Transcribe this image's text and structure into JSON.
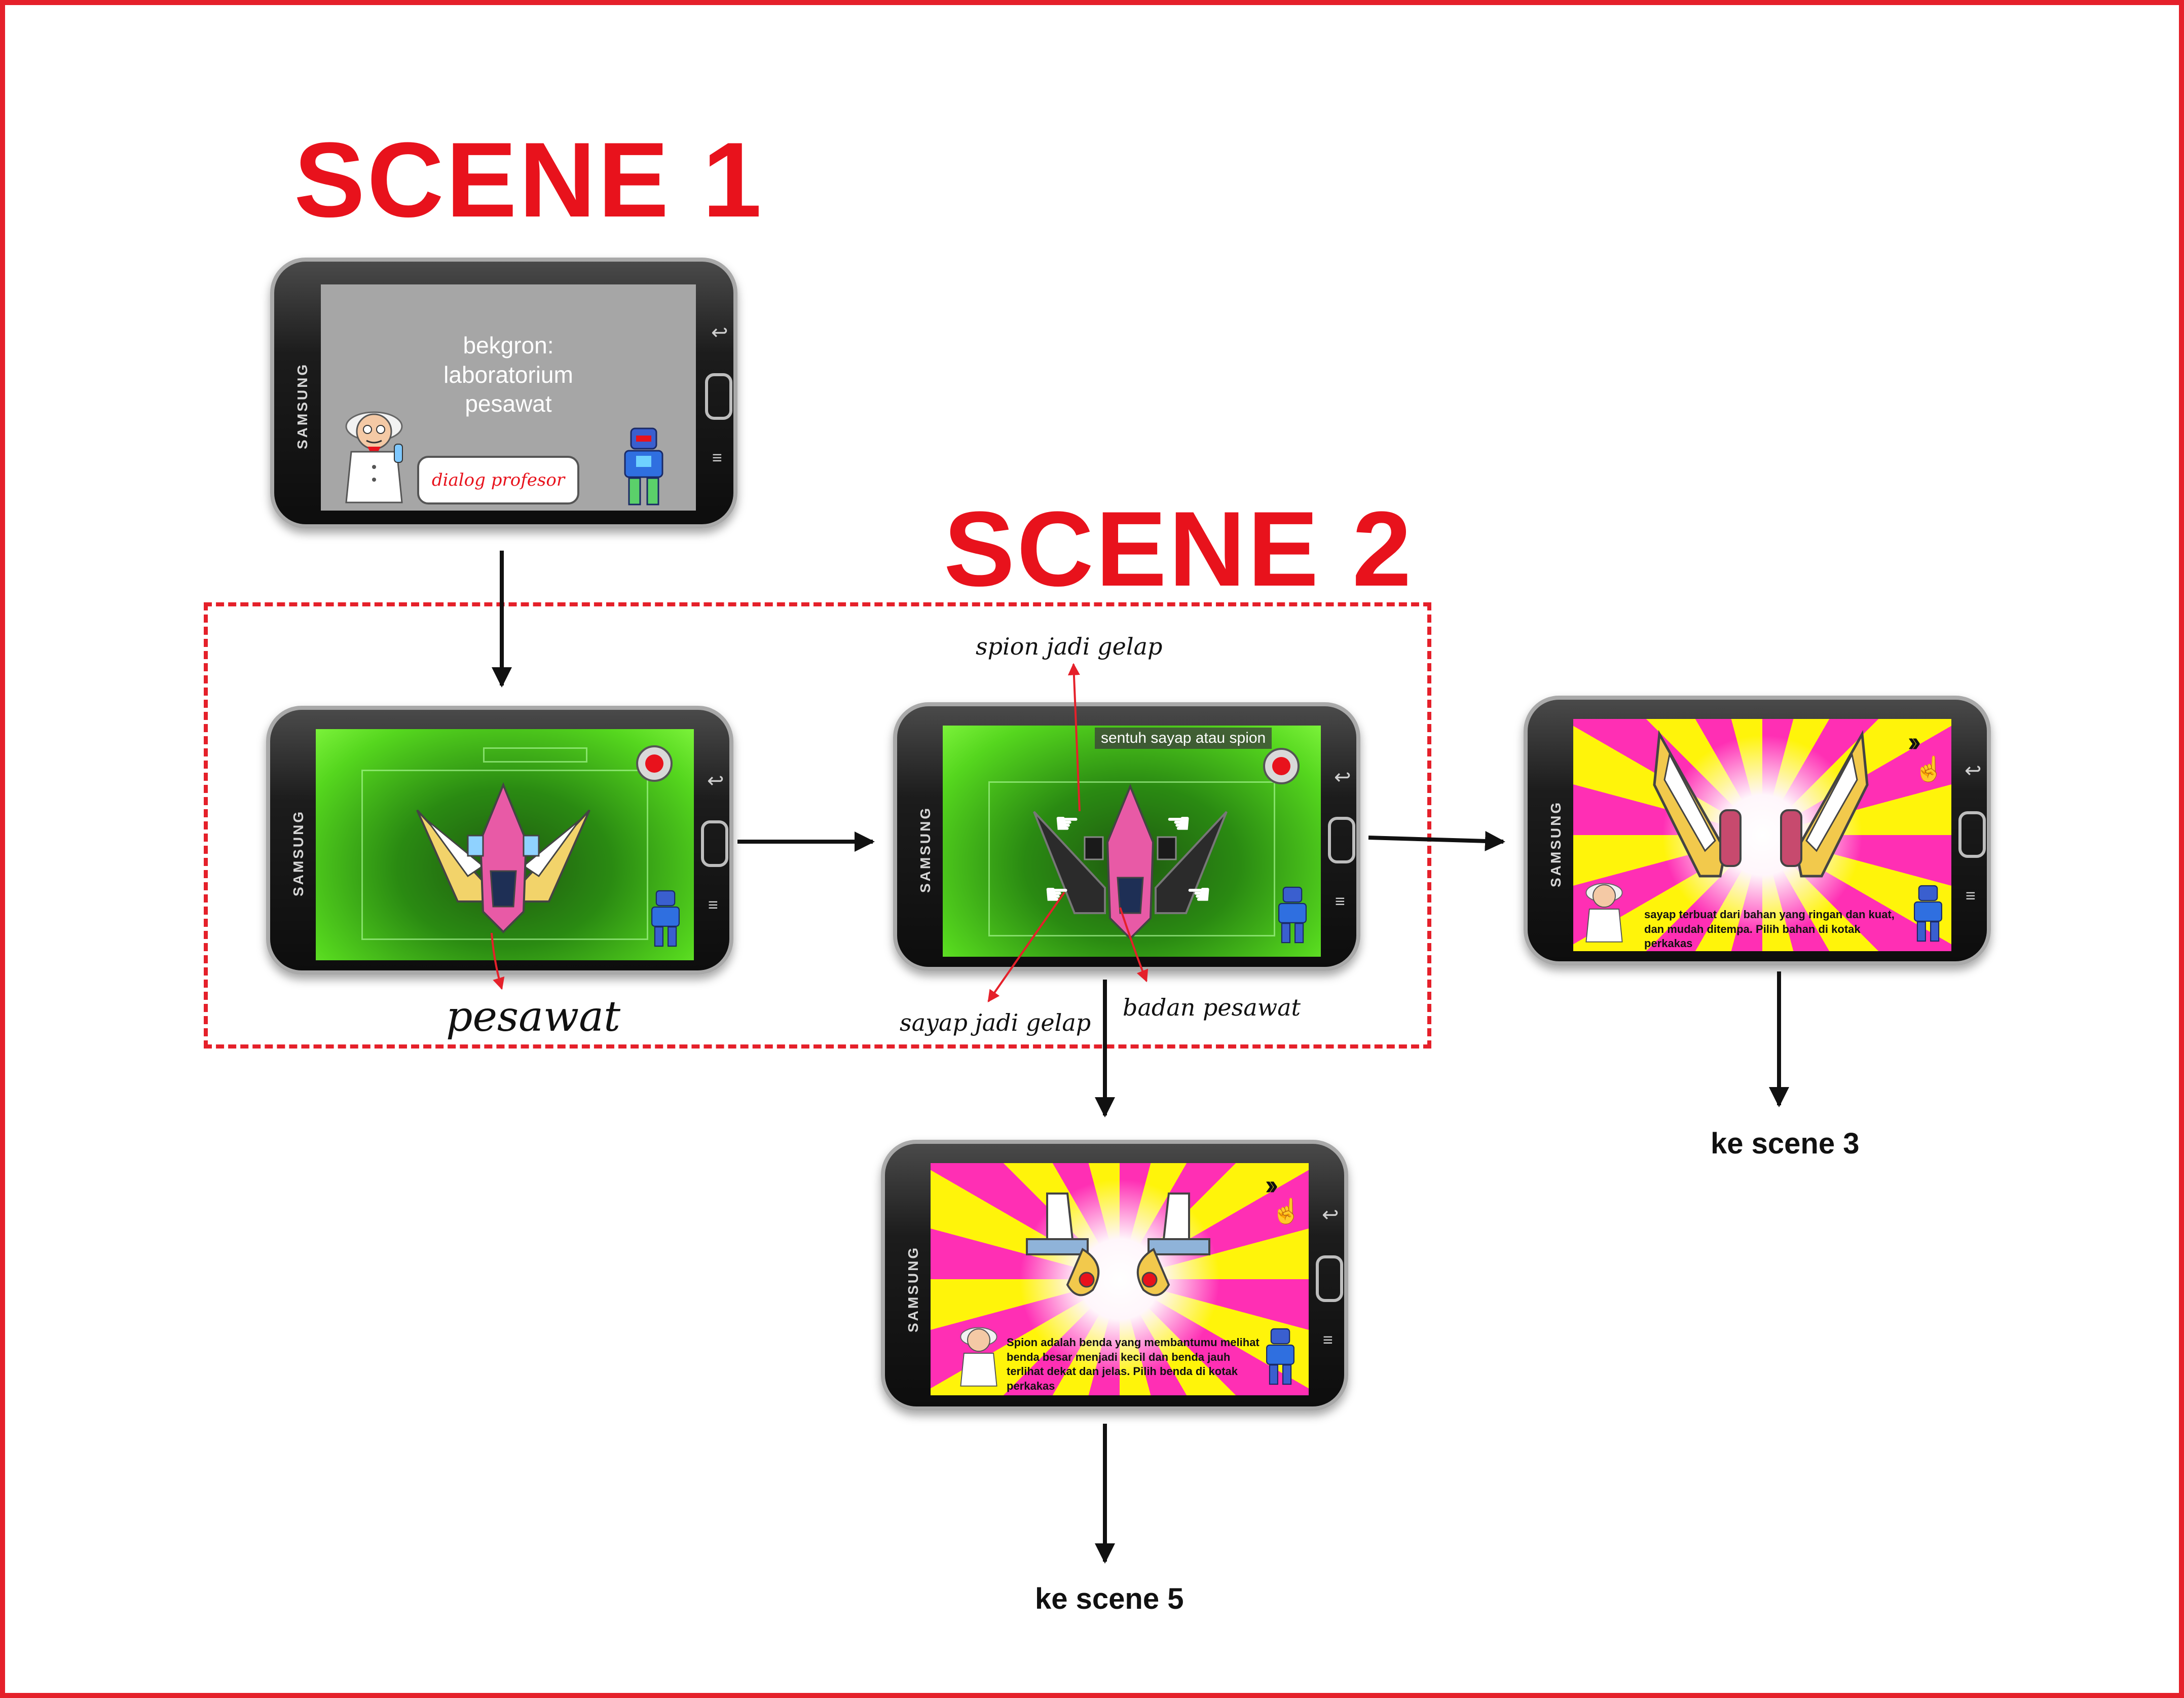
{
  "scene1": {
    "title": "SCENE 1",
    "background_note": "bekgron:\nlaboratorium pesawat",
    "dialog": "dialog profesor"
  },
  "scene2": {
    "title": "SCENE 2",
    "label_pesawat": "pesawat",
    "label_spion_gelap": "spion jadi gelap",
    "label_sayap_gelap": "sayap jadi gelap",
    "label_badan": "badan pesawat",
    "prompt": "sentuh sayap atau spion"
  },
  "wing_screen": {
    "text": "sayap terbuat dari bahan yang ringan dan kuat, dan mudah ditempa. Pilih bahan di kotak perkakas",
    "next": "ke scene 3"
  },
  "mirror_screen": {
    "text": "Spion adalah benda yang membantumu melihat benda besar menjadi kecil dan benda jauh terlihat dekat dan jelas. Pilih benda di kotak perkakas",
    "next": "ke scene 5"
  },
  "device": {
    "brand": "SAMSUNG"
  },
  "colors": {
    "accent_red": "#e8121c",
    "ray_pink": "#ff2fb4",
    "ray_yellow": "#fff40a",
    "screen_green": "#55d61e"
  },
  "icons": [
    "back-icon",
    "menu-icon",
    "fast-forward-icon",
    "pointer-hand-icon"
  ]
}
